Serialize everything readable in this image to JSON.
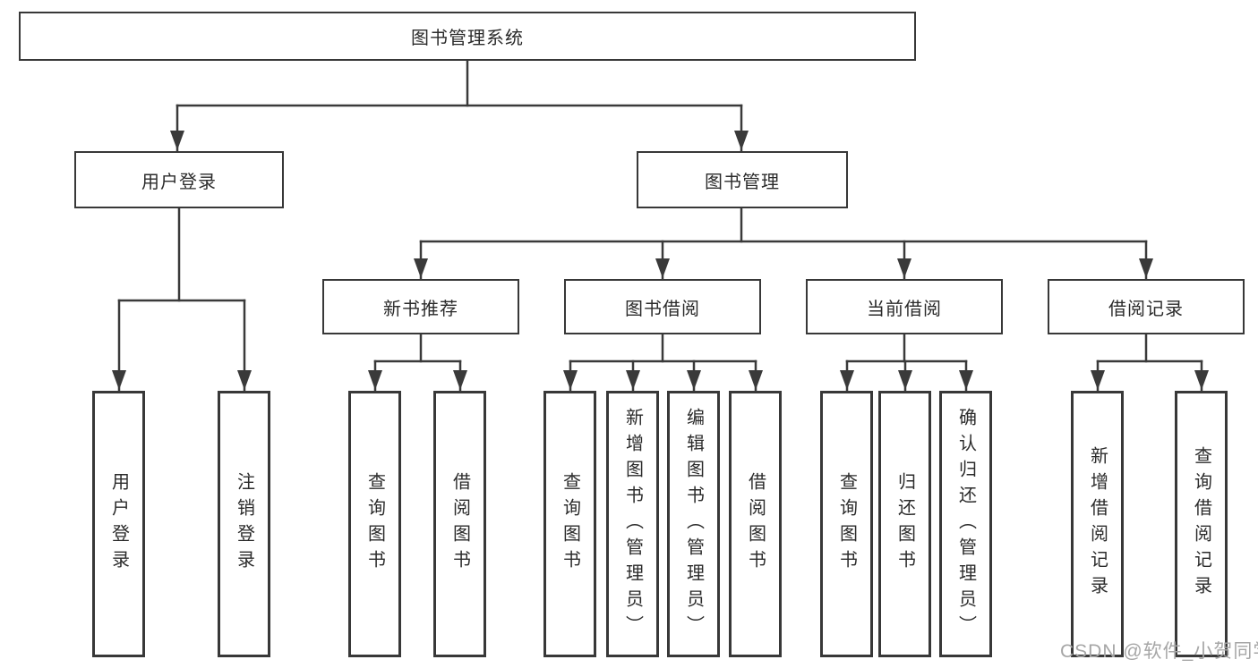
{
  "diagram": {
    "root": {
      "label": "图书管理系统"
    },
    "level2": [
      {
        "label": "用户登录"
      },
      {
        "label": "图书管理"
      }
    ],
    "level3": [
      {
        "label": "新书推荐"
      },
      {
        "label": "图书借阅"
      },
      {
        "label": "当前借阅"
      },
      {
        "label": "借阅记录"
      }
    ],
    "leaves": {
      "user_login": [
        {
          "label": "用户登录"
        },
        {
          "label": "注销登录"
        }
      ],
      "new_book": [
        {
          "label": "查询图书"
        },
        {
          "label": "借阅图书"
        }
      ],
      "book_borrow": [
        {
          "label": "查询图书"
        },
        {
          "label": "新增图书（管理员）"
        },
        {
          "label": "编辑图书（管理员）"
        },
        {
          "label": "借阅图书"
        }
      ],
      "current_borrow": [
        {
          "label": "查询图书"
        },
        {
          "label": "归还图书"
        },
        {
          "label": "确认归还（管理员）"
        }
      ],
      "borrow_record": [
        {
          "label": "新增借阅记录"
        },
        {
          "label": "查询借阅记录"
        }
      ]
    },
    "watermark": "CSDN @软件_小贺同学",
    "colors": {
      "line": "#3a3a3a",
      "box_border": "#383838",
      "text": "#2b2b2b",
      "watermark": "#a6a6a6",
      "background": "#ffffff"
    }
  }
}
